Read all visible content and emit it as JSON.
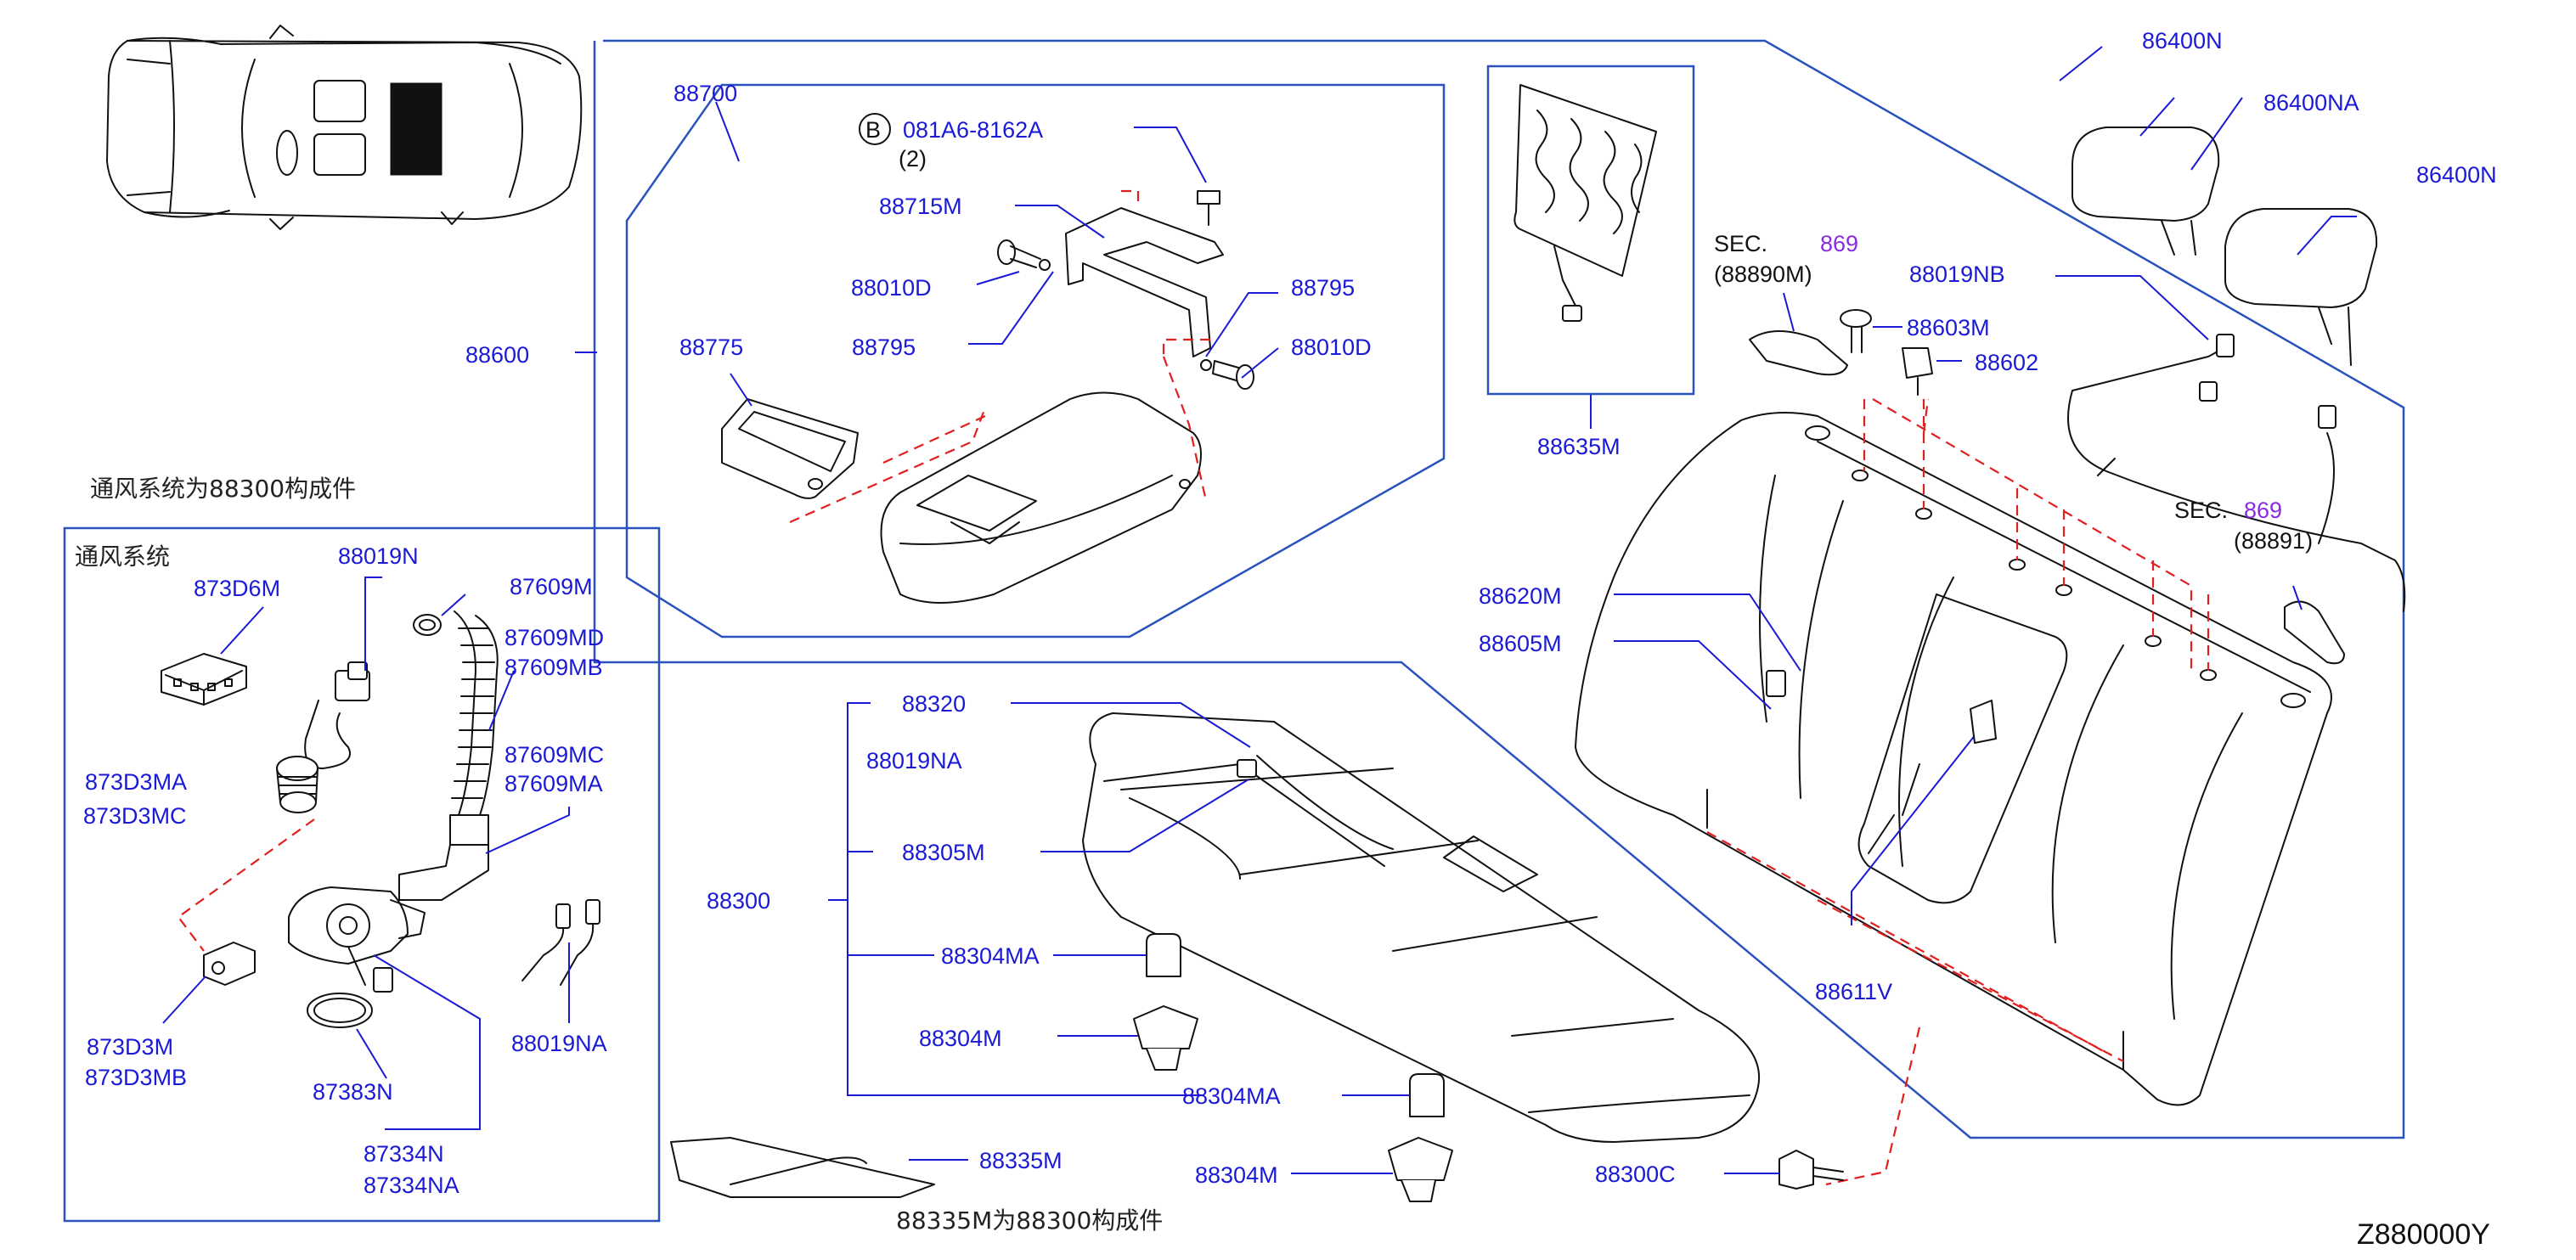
{
  "notes": {
    "ventilation_note": "通风系统为88300构成件",
    "ventilation_box_title": "通风系统",
    "cushion_note": "88335M为88300构成件",
    "diagram_code": "Z880000Y"
  },
  "parts": {
    "p86400N_a": "86400N",
    "p86400NA": "86400NA",
    "p86400N_b": "86400N",
    "p88700": "88700",
    "p081A6": "081A6-8162A",
    "p081A6_qty": "(2)",
    "p081A6_marker": "B",
    "p88715M": "88715M",
    "p88010D_a": "88010D",
    "p88795_a": "88795",
    "p88795_b": "88795",
    "p88010D_b": "88010D",
    "p88775": "88775",
    "p88600": "88600",
    "sec_a_prefix": "SEC.",
    "sec_a_num": "869",
    "sec_a_ref": "(88890M)",
    "p88019NB": "88019NB",
    "p88603M": "88603M",
    "p88602": "88602",
    "p88635M": "88635M",
    "sec_b_prefix": "SEC.",
    "sec_b_num": "869",
    "sec_b_ref": "(88891)",
    "p88620M": "88620M",
    "p88605M": "88605M",
    "p88611V": "88611V",
    "p88320": "88320",
    "p88019NA_a": "88019NA",
    "p88305M": "88305M",
    "p88300": "88300",
    "p88304MA_a": "88304MA",
    "p88304M_a": "88304M",
    "p88304MA_b": "88304MA",
    "p88304M_b": "88304M",
    "p88335M": "88335M",
    "p88300C": "88300C",
    "p873D6M": "873D6M",
    "p88019N": "88019N",
    "p87609M": "87609M",
    "p87609MD": "87609MD",
    "p87609MB": "87609MB",
    "p873D3MA": "873D3MA",
    "p873D3MC": "873D3MC",
    "p87609MC": "87609MC",
    "p87609MA": "87609MA",
    "p873D3M": "873D3M",
    "p873D3MB": "873D3MB",
    "p87383N": "87383N",
    "p87334N": "87334N",
    "p87334NA": "87334NA",
    "p88019NA_b": "88019NA"
  },
  "colors": {
    "part_number": "#1a1ad6",
    "section_ref": "#8a2be2",
    "dashed_guide": "#e0201e",
    "frame": "#2a52be"
  }
}
